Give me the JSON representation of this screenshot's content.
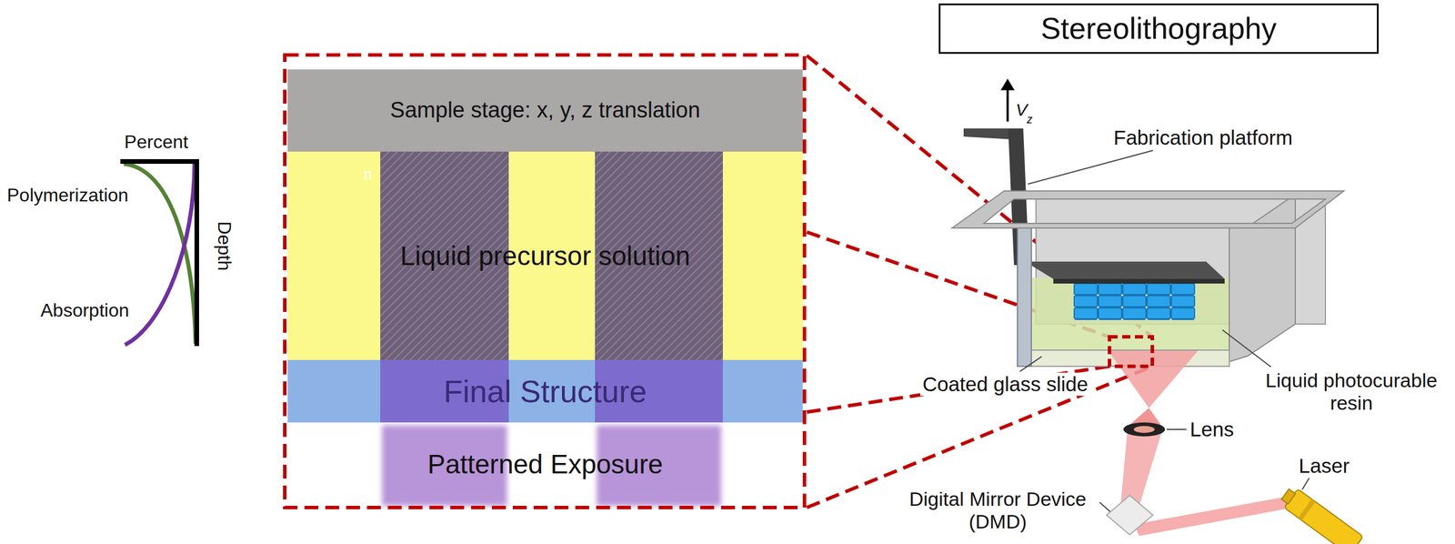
{
  "diagram": {
    "title": "Stereolithography",
    "nodes": [
      {
        "text": [
          "Sample stage: x, y, z translation"
        ]
      },
      {
        "text": [
          "Liquid precursor solution"
        ]
      },
      {
        "text": [
          "Final Structure"
        ]
      },
      {
        "text": [
          "Patterned Exposure"
        ]
      }
    ],
    "labels": [
      "Percent",
      "Polymerization",
      "Absorption",
      "Depth",
      "n",
      "V",
      "z",
      "Fabrication platform",
      "Coated glass slide",
      "Liquid photocurable resin",
      "Lens",
      "Digital Mirror Device (DMD)",
      "Laser"
    ]
  }
}
